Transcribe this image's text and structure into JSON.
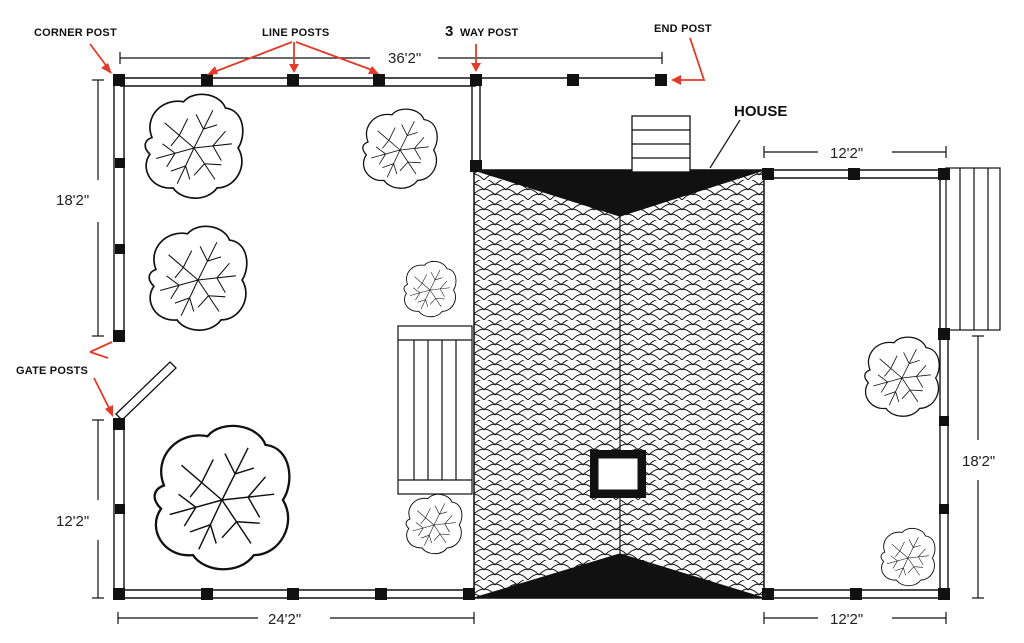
{
  "labels": {
    "corner_post": "CORNER POST",
    "line_posts": "LINE POSTS",
    "three_way_post_num": "3",
    "three_way_post_text": "WAY POST",
    "end_post": "END POST",
    "gate_posts": "GATE POSTS",
    "house": "HOUSE"
  },
  "dimensions": {
    "top_width": "36'2\"",
    "left_upper": "18'2\"",
    "left_lower": "12'2\"",
    "bottom_left": "24'2\"",
    "right_top": "12'2\"",
    "right_side": "18'2\"",
    "right_bottom": "12'2\""
  },
  "colors": {
    "callout_arrow": "#e23b2a",
    "ink": "#111111"
  }
}
